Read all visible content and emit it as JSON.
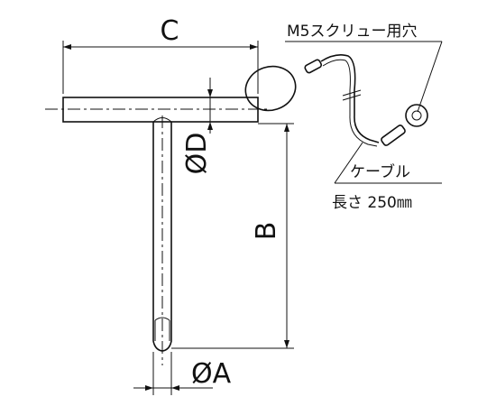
{
  "labels": {
    "dim_c": "C",
    "dim_b": "B",
    "dim_d": "ØD",
    "dim_a": "ØA",
    "screw_hole": "M5スクリュー用穴",
    "cable": "ケーブル",
    "cable_length": "長さ 250㎜"
  }
}
